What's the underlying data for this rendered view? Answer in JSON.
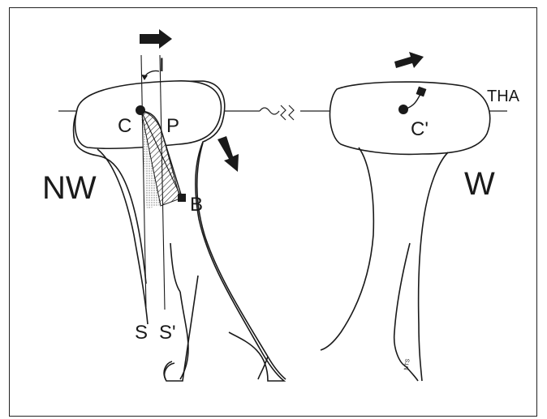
{
  "diagram": {
    "labels": {
      "I": "I",
      "THA": "THA",
      "C": "C",
      "P": "P",
      "NW": "NW",
      "B": "B",
      "S": "S",
      "S_prime": "S'",
      "C_prime": "C'",
      "W": "W",
      "signature": "NTS"
    },
    "colors": {
      "ink": "#1a1a1a",
      "paper": "#ffffff",
      "frame": "#222222"
    },
    "icons": [
      "arrow-right-icon",
      "arrow-down-right-icon",
      "break-mark-icon"
    ]
  }
}
